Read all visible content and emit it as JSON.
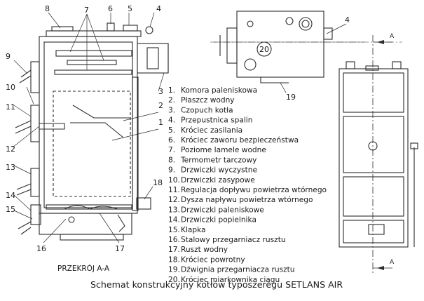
{
  "section_view": {
    "label": "PRZEKRÓJ A-A",
    "callouts": [
      "1",
      "2",
      "3",
      "4",
      "5",
      "6",
      "7",
      "8",
      "9",
      "10",
      "11",
      "12",
      "13",
      "14",
      "15",
      "16",
      "17",
      "18"
    ]
  },
  "top_view": {
    "callouts": [
      "4",
      "19",
      "20"
    ]
  },
  "front_view": {
    "section_marks": [
      "A",
      "A"
    ]
  },
  "legend": {
    "items": [
      "Komora paleniskowa",
      "Płaszcz wodny",
      "Czopuch kotła",
      "Przepustnica spalin",
      "Króciec zasilania",
      "Króciec zaworu bezpieczeństwa",
      "Poziome lamele wodne",
      "Termometr tarczowy",
      "Drzwiczki wyczystne",
      "Drzwiczki zasypowe",
      "Regulacja dopływu powietrza wtórnego",
      "Dysza napływu powietrza wtórnego",
      "Drzwiczki paleniskowe",
      "Drzwiczki popielnika",
      "Klapka",
      "Stalowy przegarniacz rusztu",
      "Ruszt wodny",
      "Króciec powrotny",
      "Dźwignia przegarniacza rusztu",
      "Króciec miarkownika ciągu"
    ]
  },
  "caption": "Schemat konstrukcyjny kotłów typoszeregu SETLANS AIR"
}
